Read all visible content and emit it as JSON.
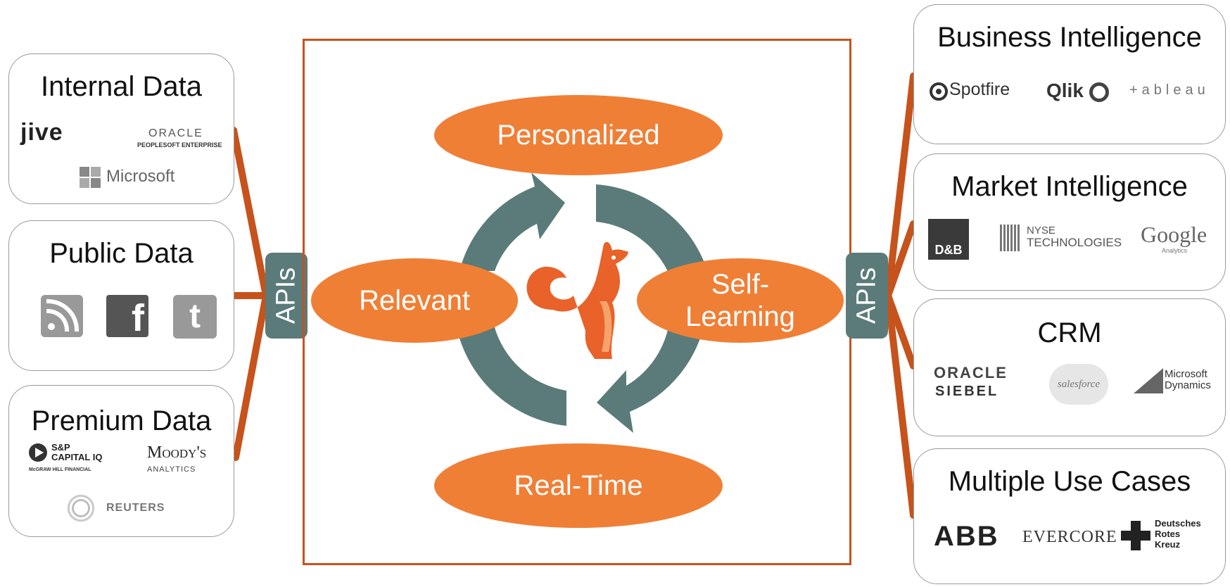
{
  "left_panels": [
    {
      "title": "Internal Data",
      "logos": [
        "jive",
        "ORACLE",
        "PEOPLESOFT ENTERPRISE",
        "Microsoft"
      ]
    },
    {
      "title": "Public Data",
      "icons": [
        "rss-icon",
        "facebook-icon",
        "twitter-icon"
      ]
    },
    {
      "title": "Premium Data",
      "logos": [
        "S&P",
        "CAPITAL IQ",
        "McGRAW HILL FINANCIAL",
        "Moody's",
        "ANALYTICS",
        "REUTERS"
      ]
    }
  ],
  "right_panels": [
    {
      "title": "Business Intelligence",
      "logos": [
        "Spotfire",
        "Qlik",
        "+ableau"
      ]
    },
    {
      "title": "Market Intelligence",
      "logos": [
        "D&B",
        "NYSE",
        "TECHNOLOGIES",
        "Google",
        "Analytics"
      ]
    },
    {
      "title": "CRM",
      "logos": [
        "ORACLE",
        "SIEBEL",
        "salesforce",
        "Microsoft",
        "Dynamics"
      ]
    },
    {
      "title": "Multiple Use Cases",
      "logos": [
        "ABB",
        "EVERCORE",
        "Deutsches",
        "Rotes",
        "Kreuz"
      ]
    }
  ],
  "apis_left": "APIs",
  "apis_right": "APIs",
  "cycle": {
    "top": "Personalized",
    "left": "Relevant",
    "right": "Self-\nLearning",
    "bottom": "Real-Time"
  },
  "colors": {
    "accent": "#f07f36",
    "line": "#c6531c",
    "arrow": "#5a7b7a",
    "apis": "#5a7b7a"
  }
}
